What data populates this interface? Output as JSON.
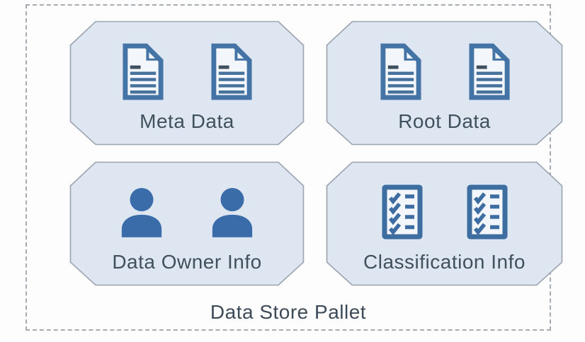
{
  "diagram": {
    "title": "Data Store Pallet",
    "nodes": [
      {
        "label": "Meta Data",
        "icon": "document-icon",
        "icon_count": 2
      },
      {
        "label": "Root Data",
        "icon": "document-icon",
        "icon_count": 2
      },
      {
        "label": "Data Owner Info",
        "icon": "person-icon",
        "icon_count": 2
      },
      {
        "label": "Classification Info",
        "icon": "checklist-icon",
        "icon_count": 2
      }
    ],
    "colors": {
      "node_fill": "#dde6f1",
      "node_border": "#9aa3af",
      "icon_blue": "#4173a6",
      "person_fill": "#3a6ca9",
      "doc_dark_line": "#3e4f60",
      "label_text": "#41505d",
      "outer_dash": "#a6abb1",
      "background": "#fdfdfd"
    }
  }
}
